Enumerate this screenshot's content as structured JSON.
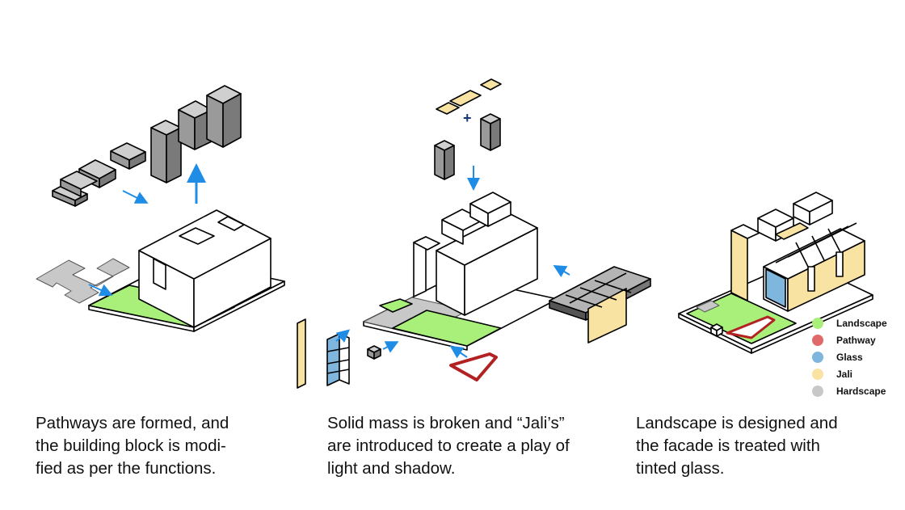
{
  "captions": {
    "step1": "Pathways are formed, and\nthe building block is modi-\nfied as per the functions.",
    "step2": "Solid mass is broken and “Jali’s”\nare introduced to create a play of\nlight and shadow.",
    "step3": "Landscape is designed and\nthe facade is treated with\ntinted glass."
  },
  "legend": [
    {
      "label": "Landscape",
      "color": "#a8f07a"
    },
    {
      "label": "Pathway",
      "color": "#e06a6a"
    },
    {
      "label": "Glass",
      "color": "#7fb6dd"
    },
    {
      "label": "Jali",
      "color": "#f9e3a3"
    },
    {
      "label": "Hardscape",
      "color": "#c8c8c8"
    }
  ],
  "colors": {
    "landscape": "#a8f07a",
    "pathway": "#d43c3c",
    "glass": "#7fb6dd",
    "jali": "#f9e3a3",
    "hardscape": "#c8c8c8",
    "mass": "#9e9e9e",
    "arrow": "#1f8ce6"
  }
}
